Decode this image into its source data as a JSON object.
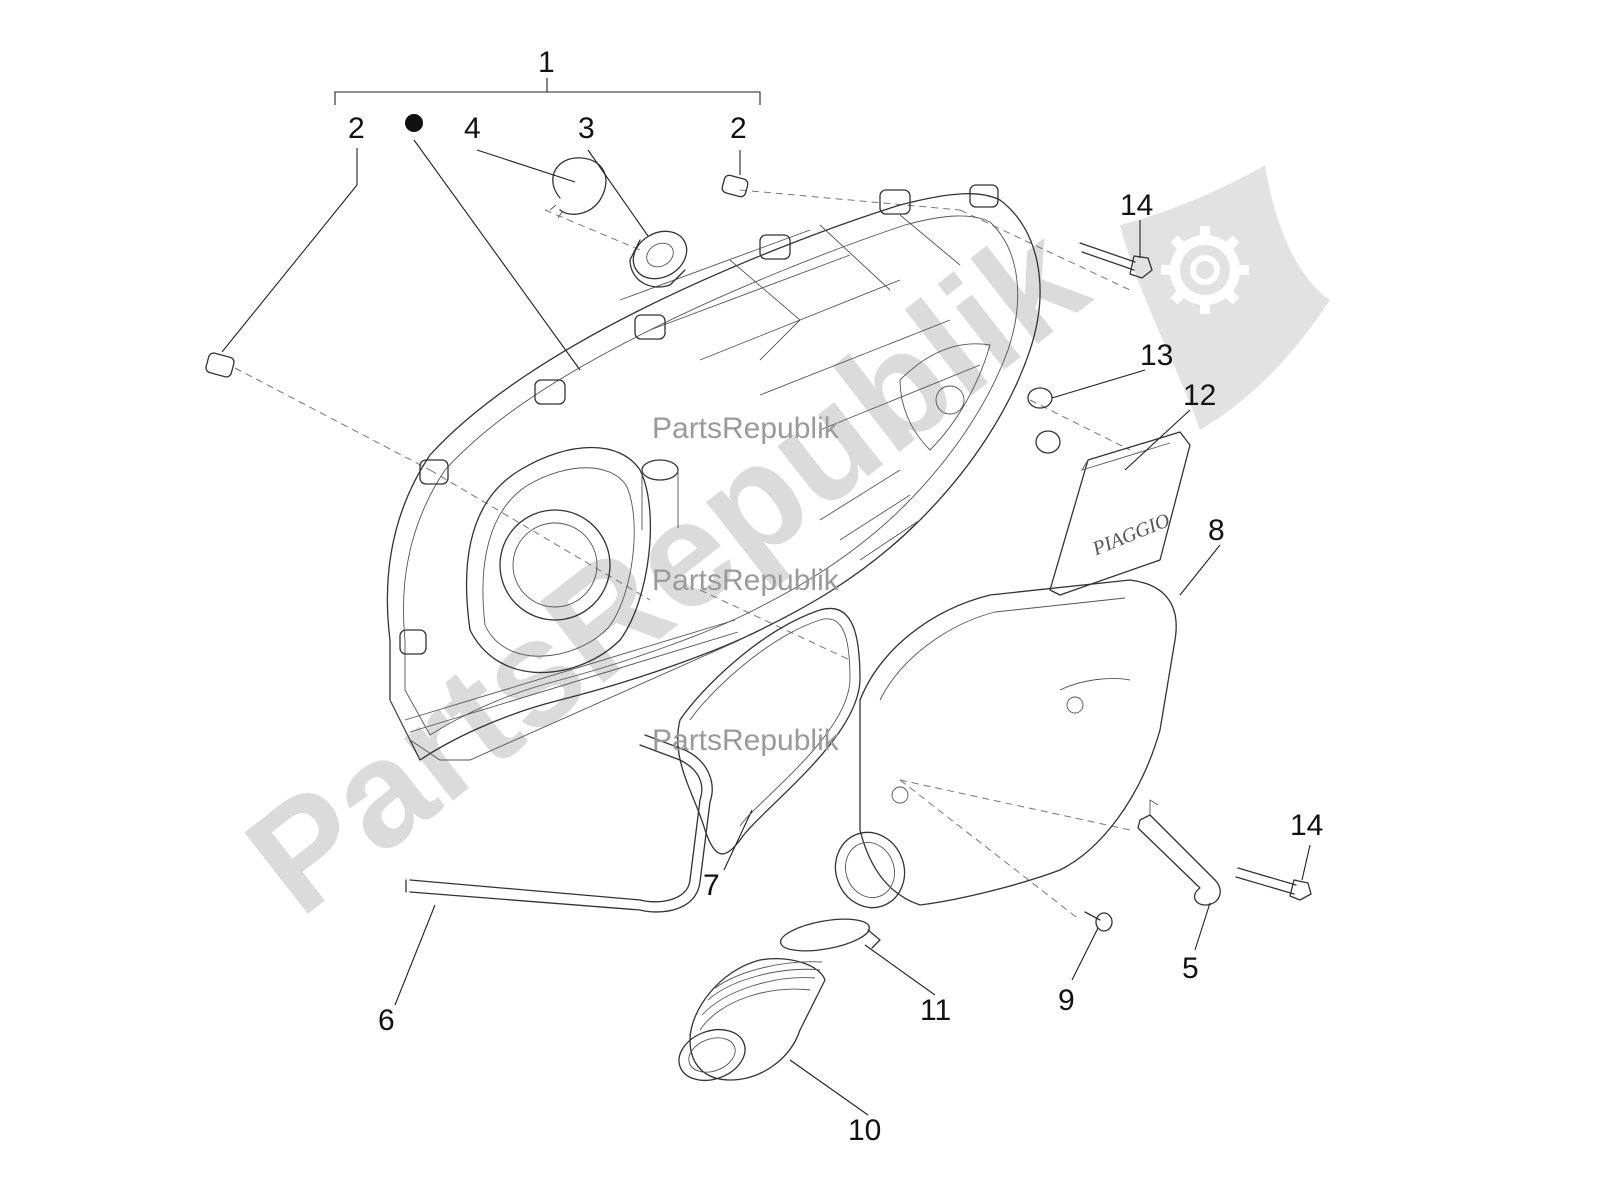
{
  "callouts": {
    "c1": "1",
    "c2a": "2",
    "c2b": "2",
    "c3": "3",
    "c4": "4",
    "c5": "5",
    "c6": "6",
    "c7": "7",
    "c8": "8",
    "c9": "9",
    "c10": "10",
    "c11": "11",
    "c12": "12",
    "c13": "13",
    "c14a": "14",
    "c14b": "14"
  },
  "watermark": {
    "big": "PartsRepublik",
    "small": "PartsRepublik",
    "logo_icon": "gear-icon"
  },
  "cover_logo": "PIAGGIO",
  "colors": {
    "line": "#333333",
    "watermark": "#cfcfcf",
    "watermark_text": "#9a9a9a"
  }
}
